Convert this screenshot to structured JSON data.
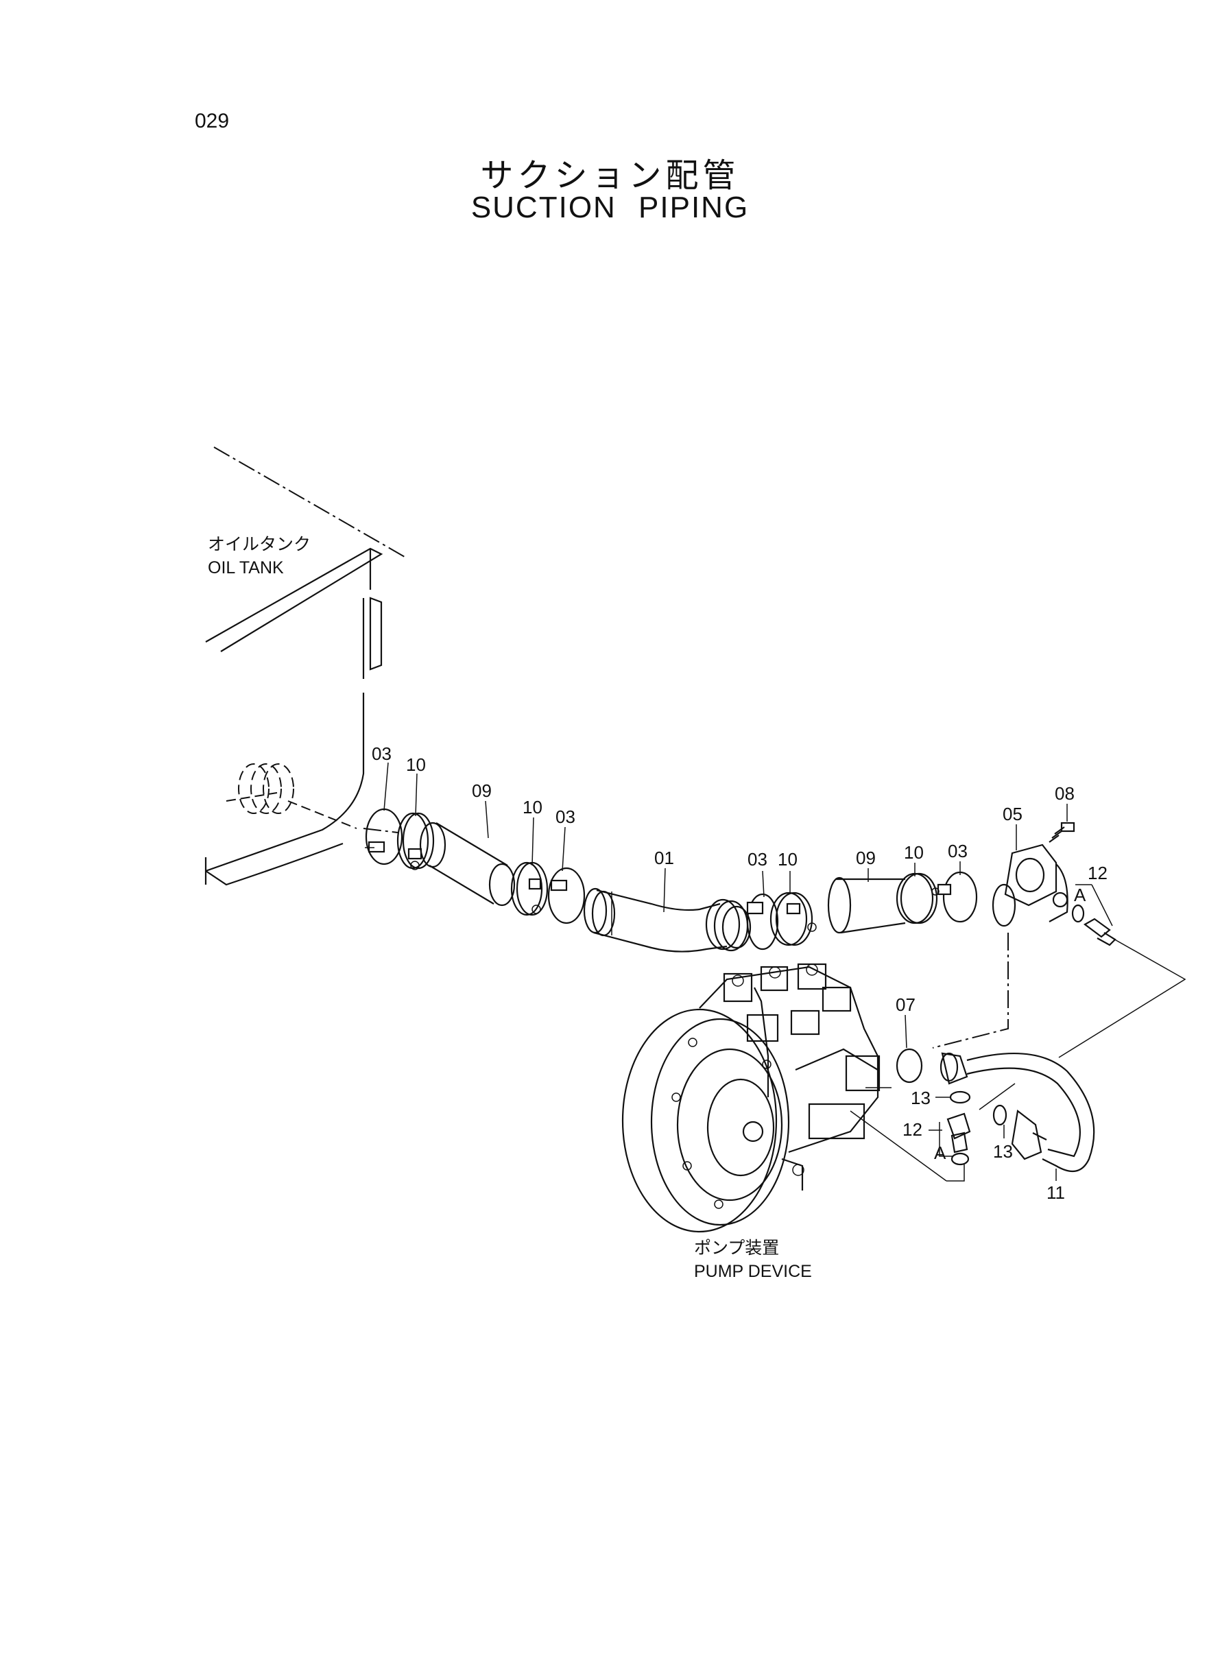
{
  "page_number": "029",
  "title_jp": "サクション配管",
  "title_en": "SUCTION  PIPING",
  "labels": {
    "oil_tank_jp": "オイルタンク",
    "oil_tank_en": "OIL TANK",
    "pump_device_jp": "ポンプ装置",
    "pump_device_en": "PUMP DEVICE"
  },
  "callouts": {
    "c03a": "03",
    "c10a": "10",
    "c09a": "09",
    "c10b": "10",
    "c03b": "03",
    "c01": "01",
    "c03c": "03",
    "c10c": "10",
    "c09b": "09",
    "c10d": "10",
    "c03d": "03",
    "c05": "05",
    "c08": "08",
    "c12a": "12",
    "cAa": "A",
    "c07": "07",
    "c13a": "13",
    "c12b": "12",
    "cAb": "A",
    "c13b": "13",
    "c11": "11"
  }
}
